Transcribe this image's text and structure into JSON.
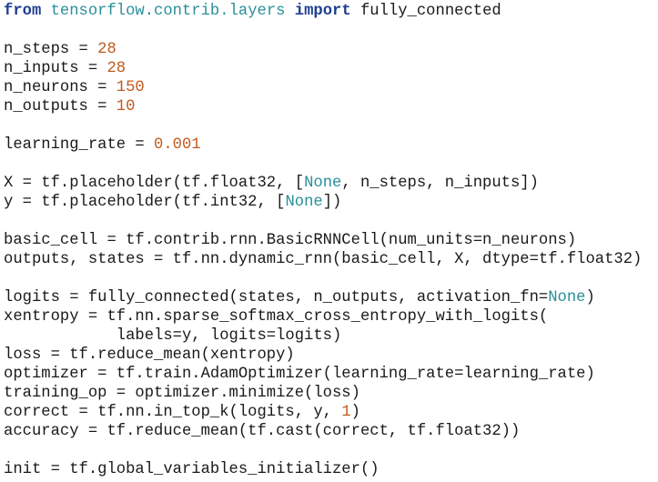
{
  "colors": {
    "background": "#ffffff",
    "keyword": "#1f3f8f",
    "module": "#2a8f99",
    "number": "#c05a1e",
    "constant": "#2a8f99",
    "text": "#1a1a1a"
  },
  "code": {
    "lines": [
      [
        [
          "kw",
          "from"
        ],
        [
          "p",
          " "
        ],
        [
          "mod",
          "tensorflow.contrib.layers"
        ],
        [
          "p",
          " "
        ],
        [
          "kw",
          "import"
        ],
        [
          "p",
          " fully_connected"
        ]
      ],
      [],
      [
        [
          "p",
          "n_steps = "
        ],
        [
          "num",
          "28"
        ]
      ],
      [
        [
          "p",
          "n_inputs = "
        ],
        [
          "num",
          "28"
        ]
      ],
      [
        [
          "p",
          "n_neurons = "
        ],
        [
          "num",
          "150"
        ]
      ],
      [
        [
          "p",
          "n_outputs = "
        ],
        [
          "num",
          "10"
        ]
      ],
      [],
      [
        [
          "p",
          "learning_rate = "
        ],
        [
          "num",
          "0.001"
        ]
      ],
      [],
      [
        [
          "p",
          "X = tf.placeholder(tf.float32, ["
        ],
        [
          "const",
          "None"
        ],
        [
          "p",
          ", n_steps, n_inputs])"
        ]
      ],
      [
        [
          "p",
          "y = tf.placeholder(tf.int32, ["
        ],
        [
          "const",
          "None"
        ],
        [
          "p",
          "])"
        ]
      ],
      [],
      [
        [
          "p",
          "basic_cell = tf.contrib.rnn.BasicRNNCell(num_units=n_neurons)"
        ]
      ],
      [
        [
          "p",
          "outputs, states = tf.nn.dynamic_rnn(basic_cell, X, dtype=tf.float32)"
        ]
      ],
      [],
      [
        [
          "p",
          "logits = fully_connected(states, n_outputs, activation_fn="
        ],
        [
          "const",
          "None"
        ],
        [
          "p",
          ")"
        ]
      ],
      [
        [
          "p",
          "xentropy = tf.nn.sparse_softmax_cross_entropy_with_logits("
        ]
      ],
      [
        [
          "p",
          "            labels=y, logits=logits)"
        ]
      ],
      [
        [
          "p",
          "loss = tf.reduce_mean(xentropy)"
        ]
      ],
      [
        [
          "p",
          "optimizer = tf.train.AdamOptimizer(learning_rate=learning_rate)"
        ]
      ],
      [
        [
          "p",
          "training_op = optimizer.minimize(loss)"
        ]
      ],
      [
        [
          "p",
          "correct = tf.nn.in_top_k(logits, y, "
        ],
        [
          "num",
          "1"
        ],
        [
          "p",
          ")"
        ]
      ],
      [
        [
          "p",
          "accuracy = tf.reduce_mean(tf.cast(correct, tf.float32))"
        ]
      ],
      [],
      [
        [
          "p",
          "init = tf.global_variables_initializer()"
        ]
      ]
    ]
  }
}
